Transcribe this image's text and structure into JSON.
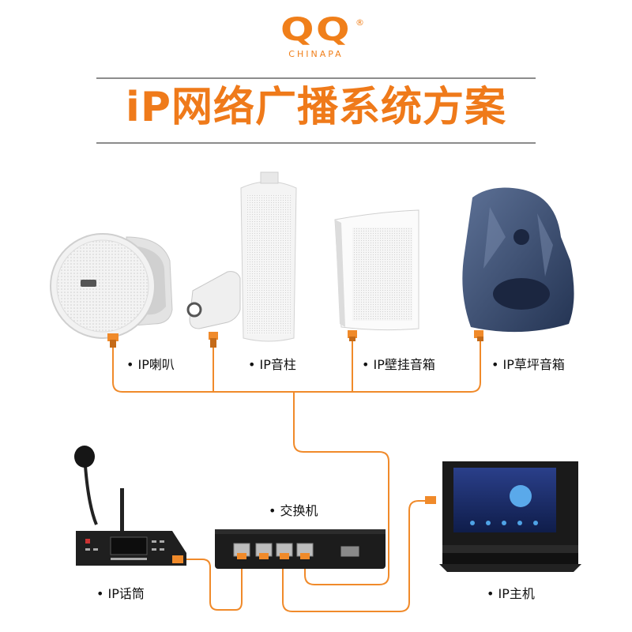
{
  "brand": {
    "logo": "QQ",
    "registered": "®",
    "sub": "CHINAPA"
  },
  "title": "iP网络广播系统方案",
  "devices": {
    "ceiling_speaker": "• IP喇叭",
    "column_speaker": "• IP音柱",
    "wall_speaker": "• IP壁挂音箱",
    "lawn_speaker": "• IP草坪音箱",
    "switch": "• 交换机",
    "paging_mic": "• IP话筒",
    "host": "• IP主机"
  },
  "colors": {
    "accent": "#ef7a1a",
    "cable": "#f08a2a",
    "rule": "#8c8c8c"
  }
}
